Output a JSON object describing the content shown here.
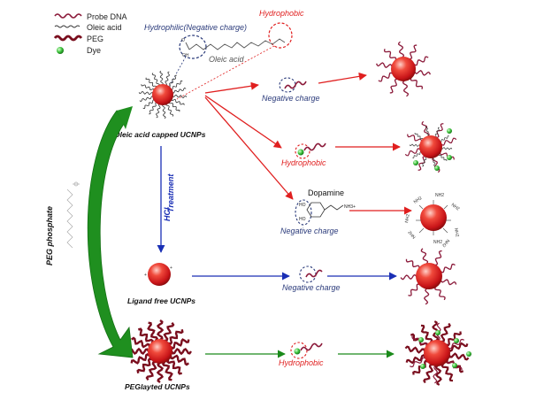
{
  "legend": {
    "probe_dna": "Probe DNA",
    "oleic_acid": "Oleic acid",
    "peg": "PEG",
    "dye": "Dye"
  },
  "top_molecule": {
    "hydrophilic_label": "Hydrophilic(Negative charge)",
    "hydrophobic_label": "Hydrophobic",
    "name": "Oleic acid"
  },
  "particles": {
    "oleic_capped": "Oleic acid capped UCNPs",
    "ligand_free": "Ligand free UCNPs",
    "peglayted": "PEGlayted UCNPs"
  },
  "treatment": {
    "hcl": "HCl",
    "treatment": "Treatment",
    "peg_phosphate": "PEG phosphate"
  },
  "charge_labels": {
    "negative_1": "Negative charge",
    "hydrophobic_1": "Hydrophobic",
    "negative_2": "Negative charge",
    "negative_3": "Negative charge",
    "hydrophobic_2": "Hydrophobic"
  },
  "dopamine": {
    "name": "Dopamine",
    "ho_top": "HO",
    "ho_bottom": "HO",
    "amine": "NH3+",
    "nh2": "NH2"
  },
  "colors": {
    "red_particle": "#e8282b",
    "dna": "#8b1a3a",
    "green_arrow": "#1a8a1a",
    "blue_arrow": "#1a2fb5",
    "red_arrow": "#e01f1f",
    "navy_text": "#2a3a7a"
  }
}
